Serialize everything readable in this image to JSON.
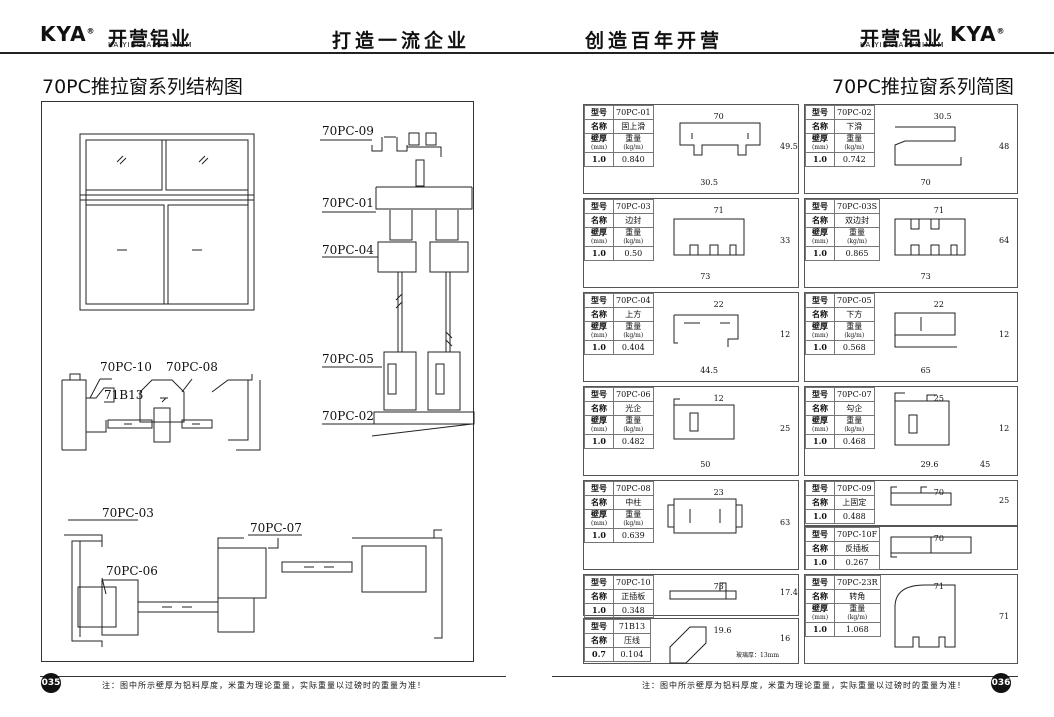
{
  "header": {
    "logo_text": "KYA",
    "brand_cn": "开营铝业",
    "brand_en": "KAIYING ALUMINUM",
    "slogan_left": "打造一流企业",
    "slogan_right": "创造百年开营"
  },
  "left_page": {
    "title": "70PC推拉窗系列结构图",
    "labels": {
      "p09": "70PC-09",
      "p01": "70PC-01",
      "p04": "70PC-04",
      "p05": "70PC-05",
      "p02": "70PC-02",
      "p10": "70PC-10",
      "p08": "70PC-08",
      "b13": "71B13",
      "p03": "70PC-03",
      "p07": "70PC-07",
      "p06": "70PC-06"
    },
    "page_number": "035",
    "note": "注：图中所示壁厚为铝料厚度，米重为理论重量，实际重量以过磅时的重量为准！"
  },
  "right_page": {
    "title": "70PC推拉窗系列简图",
    "page_number": "036",
    "note": "注：图中所示壁厚为铝料厚度，米重为理论重量，实际重量以过磅时的重量为准！"
  },
  "table_labels": {
    "model": "型号",
    "name": "名称",
    "wall": "壁厚",
    "wall_unit": "(mm)",
    "weight": "重量",
    "weight_unit": "(kg/m)"
  },
  "cards": [
    {
      "model": "70PC-01",
      "name": "固上滑",
      "wall": "1.0",
      "weight": "0.840",
      "dims": [
        "70",
        "49.5",
        "30.5"
      ]
    },
    {
      "model": "70PC-02",
      "name": "下滑",
      "wall": "1.0",
      "weight": "0.742",
      "dims": [
        "30.5",
        "48",
        "70"
      ]
    },
    {
      "model": "70PC-03",
      "name": "边封",
      "wall": "1.0",
      "weight": "0.50",
      "dims": [
        "71",
        "33",
        "73"
      ]
    },
    {
      "model": "70PC-03S",
      "name": "双边封",
      "wall": "1.0",
      "weight": "0.865",
      "dims": [
        "71",
        "64",
        "73"
      ]
    },
    {
      "model": "70PC-04",
      "name": "上方",
      "wall": "1.0",
      "weight": "0.404",
      "dims": [
        "22",
        "12",
        "44.5"
      ]
    },
    {
      "model": "70PC-05",
      "name": "下方",
      "wall": "1.0",
      "weight": "0.568",
      "dims": [
        "22",
        "12",
        "65"
      ]
    },
    {
      "model": "70PC-06",
      "name": "光企",
      "wall": "1.0",
      "weight": "0.482",
      "dims": [
        "12",
        "25",
        "50"
      ]
    },
    {
      "model": "70PC-07",
      "name": "勾企",
      "wall": "1.0",
      "weight": "0.468",
      "dims": [
        "25",
        "12",
        "29.6",
        "45"
      ]
    },
    {
      "model": "70PC-08",
      "name": "中柱",
      "wall": "1.0",
      "weight": "0.639",
      "dims": [
        "23",
        "63"
      ]
    },
    {
      "model": "70PC-09",
      "name": "上固定",
      "wall": "1.0",
      "weight": "0.488",
      "dims": [
        "70",
        "25"
      ]
    },
    {
      "model": "70PC-10",
      "name": "正插板",
      "wall": "1.0",
      "weight": "0.348",
      "dims": [
        "73",
        "17.4"
      ]
    },
    {
      "model": "70PC-10F",
      "name": "反插板",
      "wall": "1.0",
      "weight": "0.267",
      "dims": [
        "70"
      ]
    },
    {
      "model": "71B13",
      "name": "压线",
      "wall": "0.7",
      "weight": "0.104",
      "dims": [
        "19.6",
        "16"
      ],
      "note": "玻璃厚：13mm"
    },
    {
      "model": "70PC-23R",
      "name": "转角",
      "wall": "1.0",
      "weight": "1.068",
      "dims": [
        "71",
        "71"
      ]
    }
  ]
}
